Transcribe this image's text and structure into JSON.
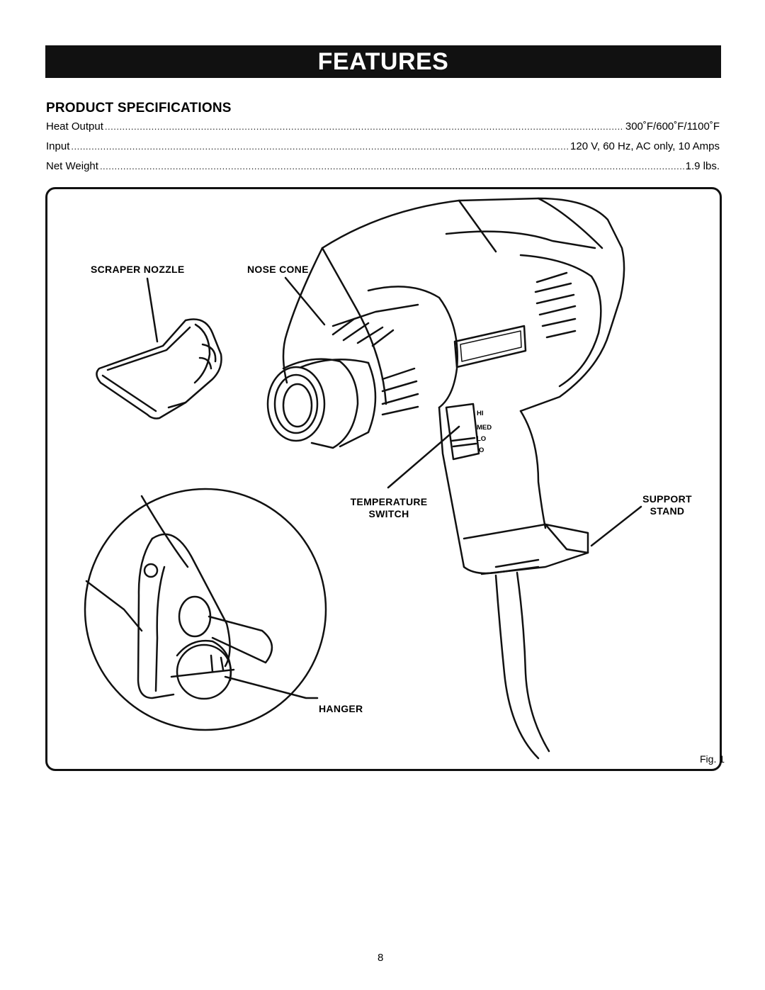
{
  "banner": {
    "title": "FEATURES"
  },
  "specs": {
    "heading": "PRODUCT SPECIFICATIONS",
    "rows": [
      {
        "label": "Heat Output",
        "value": "300˚F/600˚F/1100˚F"
      },
      {
        "label": "Input",
        "value": "120 V, 60 Hz, AC only, 10 Amps"
      },
      {
        "label": "Net Weight",
        "value": "1.9 lbs."
      }
    ]
  },
  "figure": {
    "callouts": {
      "scraper_nozzle": "SCRAPER NOZZLE",
      "nose_cone": "NOSE CONE",
      "temperature_line1": "TEMPERATURE",
      "temperature_line2": "SWITCH",
      "support_line1": "SUPPORT",
      "support_line2": "STAND",
      "hanger": "HANGER"
    },
    "switch_settings": [
      "HI",
      "MED",
      "LO",
      "O"
    ],
    "caption": "Fig. 1"
  },
  "page": {
    "number": "8"
  }
}
